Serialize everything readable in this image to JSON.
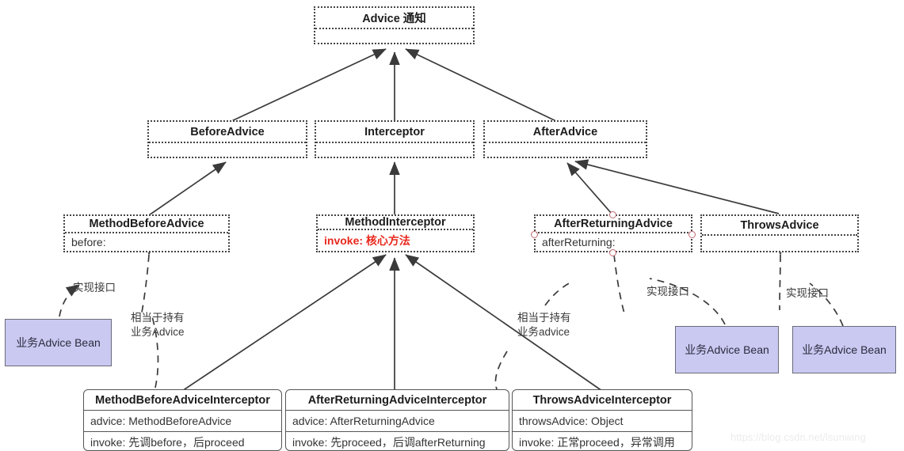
{
  "diagram": {
    "title": "Spring AOP Advice hierarchy",
    "watermark": "https://blog.csdn.net/lsunwing",
    "colors": {
      "bean_fill": "#c9c9f2",
      "bean_border": "#6b6b7a",
      "highlight_text": "#e8271c",
      "line": "#3a3a3a",
      "handle": "#c06a72"
    }
  },
  "interfaces": [
    {
      "id": "advice",
      "title": "Advice 通知",
      "attr": ""
    },
    {
      "id": "before_advice",
      "title": "BeforeAdvice",
      "attr": ""
    },
    {
      "id": "interceptor",
      "title": "Interceptor",
      "attr": ""
    },
    {
      "id": "after_advice",
      "title": "AfterAdvice",
      "attr": ""
    },
    {
      "id": "method_before_advice",
      "title": "MethodBeforeAdvice",
      "attr": "before:"
    },
    {
      "id": "method_interceptor",
      "title": "MethodInterceptor",
      "attr": "invoke: 核心方法"
    },
    {
      "id": "after_returning_advice",
      "title": "AfterReturningAdvice",
      "attr": "afterReturning:"
    },
    {
      "id": "throws_advice",
      "title": "ThrowsAdvice",
      "attr": ""
    }
  ],
  "classes": [
    {
      "id": "method_before_advice_interceptor",
      "title": "MethodBeforeAdviceInterceptor",
      "field": "advice: MethodBeforeAdvice",
      "method": "invoke: 先调before，后proceed"
    },
    {
      "id": "after_returning_advice_interceptor",
      "title": "AfterReturningAdviceInterceptor",
      "field": "advice: AfterReturningAdvice",
      "method": "invoke: 先proceed，后调afterReturning"
    },
    {
      "id": "throws_advice_interceptor",
      "title": "ThrowsAdviceInterceptor",
      "field": "throwsAdvice: Object",
      "method": "invoke: 正常proceed，异常调用"
    }
  ],
  "beans": [
    {
      "id": "bean_left",
      "label": "业务Advice Bean"
    },
    {
      "id": "bean_mid_right",
      "label": "业务Advice Bean"
    },
    {
      "id": "bean_right",
      "label": "业务Advice Bean"
    }
  ],
  "notes": [
    {
      "id": "note_impl_left",
      "text": "实现接口"
    },
    {
      "id": "note_hold_left_l1",
      "text": "相当于持有"
    },
    {
      "id": "note_hold_left_l2",
      "text": "业务Advice"
    },
    {
      "id": "note_hold_mid_l1",
      "text": "相当于持有"
    },
    {
      "id": "note_hold_mid_l2",
      "text": "业务advice"
    },
    {
      "id": "note_impl_mid",
      "text": "实现接口"
    },
    {
      "id": "note_impl_right",
      "text": "实现接口"
    }
  ]
}
